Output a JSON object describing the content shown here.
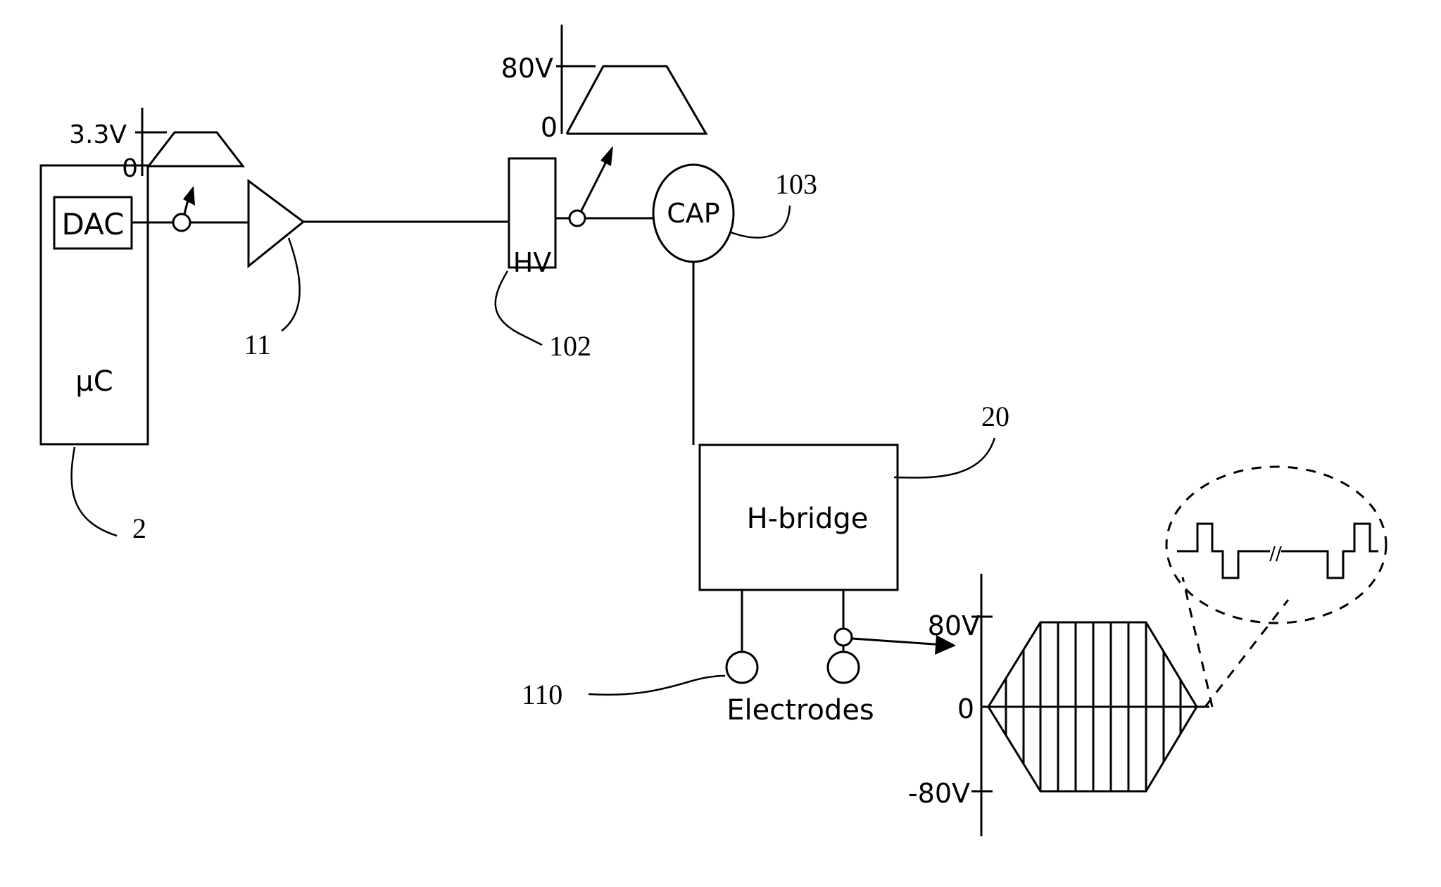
{
  "blocks": {
    "microcontroller": "μC",
    "dac": "DAC",
    "high_voltage": "HV",
    "capacitor": "CAP",
    "h_bridge": "H-bridge",
    "electrodes": "Electrodes"
  },
  "reference_numerals": {
    "microcontroller": "2",
    "amplifier": "11",
    "high_voltage": "102",
    "capacitor": "103",
    "h_bridge": "20",
    "electrode": "110"
  },
  "waveforms": {
    "dac_output": {
      "max_label": "3.3V",
      "zero_label": "0",
      "shape": "trapezoid"
    },
    "hv_output": {
      "max_label": "80V",
      "zero_label": "0",
      "shape": "trapezoid"
    },
    "electrode_output": {
      "max_label": "80V",
      "zero_label": "0",
      "min_label": "-80V",
      "shape": "biphasic pulse train with trapezoidal envelope"
    },
    "detail_inset": {
      "break_mark": "//",
      "pattern": "biphasic pulse pairs"
    }
  }
}
